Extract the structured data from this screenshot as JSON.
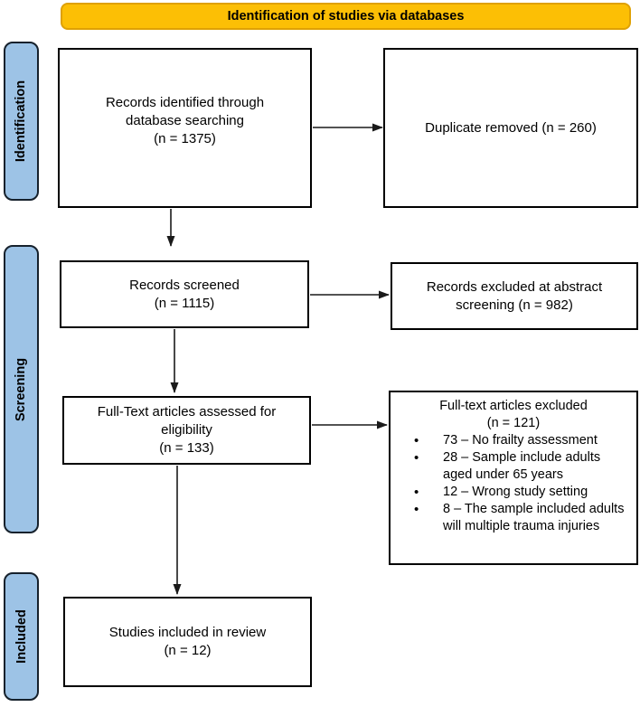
{
  "colors": {
    "banner_bg": "#FCBF05",
    "banner_border": "#DFA104",
    "stage_bg": "#9DC3E6",
    "stage_border": "#16212C",
    "box_border": "#000000",
    "arrow": "#1a1a1a",
    "text": "#000000"
  },
  "banner": {
    "label": "Identification of studies via databases"
  },
  "stages": [
    {
      "label": "Identification"
    },
    {
      "label": "Screening"
    },
    {
      "label": "Included"
    }
  ],
  "boxes": {
    "identified": {
      "text": "Records identified through database searching",
      "count": "(n = 1375)"
    },
    "duplicates": {
      "text": "Duplicate removed (n = 260)"
    },
    "screened": {
      "text": "Records screened",
      "count": "(n = 1115)"
    },
    "excluded_abstract": {
      "text": "Records excluded at abstract screening (n = 982)"
    },
    "fulltext_assessed": {
      "text": "Full-Text articles assessed for eligibility",
      "count": "(n = 133)"
    },
    "fulltext_excluded": {
      "title": "Full-text articles excluded",
      "count": "(n = 121)",
      "bullets": [
        "73 – No frailty assessment",
        "28 – Sample include adults aged under 65 years",
        "12 – Wrong study setting",
        "8 – The sample included adults will multiple trauma injuries"
      ]
    },
    "included": {
      "text": "Studies included in review",
      "count": "(n = 12)"
    }
  }
}
